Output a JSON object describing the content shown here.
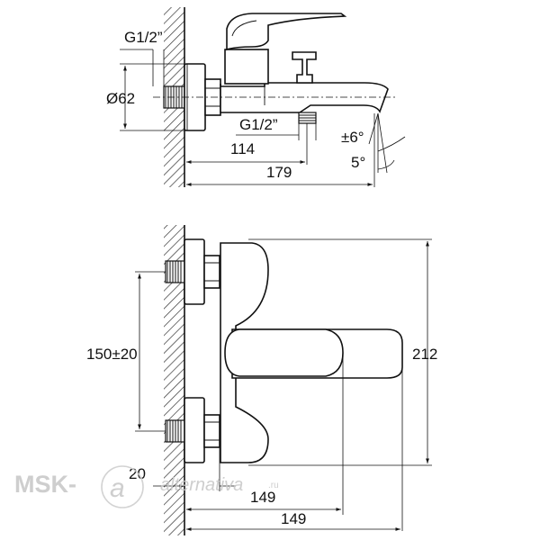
{
  "dimensions": {
    "top_thread": "G1/2”",
    "diameter": "Ø62",
    "spout_thread": "G1/2”",
    "wall_to_outlet": "114",
    "total_depth": "179",
    "spout_tilt": "±6°",
    "outlet_angle": "5°",
    "center_distance": "150±20",
    "height": "212",
    "connector_length": "20",
    "body_depth": "149",
    "handle_depth": "149"
  },
  "watermark": {
    "brand": "MSK-",
    "script": "alternativa",
    "domain": ".ru"
  }
}
